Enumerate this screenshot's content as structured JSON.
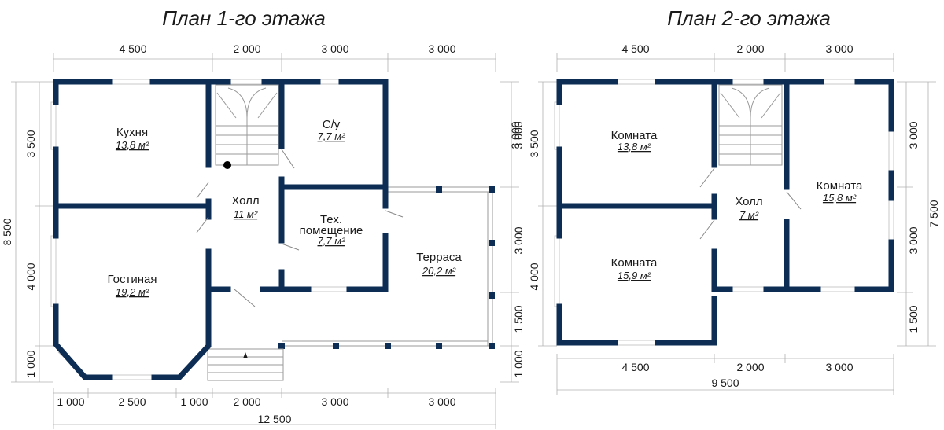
{
  "plan1": {
    "title": "План 1-го этажа",
    "rooms": {
      "kitchen": {
        "name": "Кухня",
        "area": "13,8 м²"
      },
      "living": {
        "name": "Гостиная",
        "area": "19,2 м²"
      },
      "hall": {
        "name": "Холл",
        "area": "11 м²"
      },
      "bath": {
        "name": "С/у",
        "area": "7,7 м²"
      },
      "tech": {
        "name1": "Тех.",
        "name2": "помещение",
        "area": "7,7 м²"
      },
      "terrace": {
        "name": "Терраса",
        "area": "20,2 м²"
      }
    },
    "dims_top": [
      "4 500",
      "2 000",
      "3 000",
      "3 000"
    ],
    "dims_bottom": [
      "1 000",
      "2 500",
      "1 000",
      "2 000",
      "3 000",
      "3 000"
    ],
    "dim_total_bottom": "12 500",
    "dims_left": [
      "3 500",
      "4 000",
      "1 000"
    ],
    "dim_total_left": "8 500",
    "dims_right": [
      "3 000",
      "3 000",
      "1 500",
      "1 000"
    ]
  },
  "plan2": {
    "title": "План 2-го этажа",
    "rooms": {
      "room1": {
        "name": "Комната",
        "area": "13,8 м²"
      },
      "room2": {
        "name": "Комната",
        "area": "15,9 м²"
      },
      "hall": {
        "name": "Холл",
        "area": "7 м²"
      },
      "room3": {
        "name": "Комната",
        "area": "15,8 м²"
      }
    },
    "dims_top": [
      "4 500",
      "2 000",
      "3 000"
    ],
    "dims_bottom": [
      "4 500",
      "2 000",
      "3 000"
    ],
    "dim_total_bottom": "9 500",
    "dims_left": [
      "3 000",
      "3 500",
      "4 000"
    ],
    "dims_right": [
      "3 000",
      "3 000",
      "1 500"
    ],
    "dim_total_right": "7 500"
  },
  "colors": {
    "wall": "#0d2d55"
  }
}
